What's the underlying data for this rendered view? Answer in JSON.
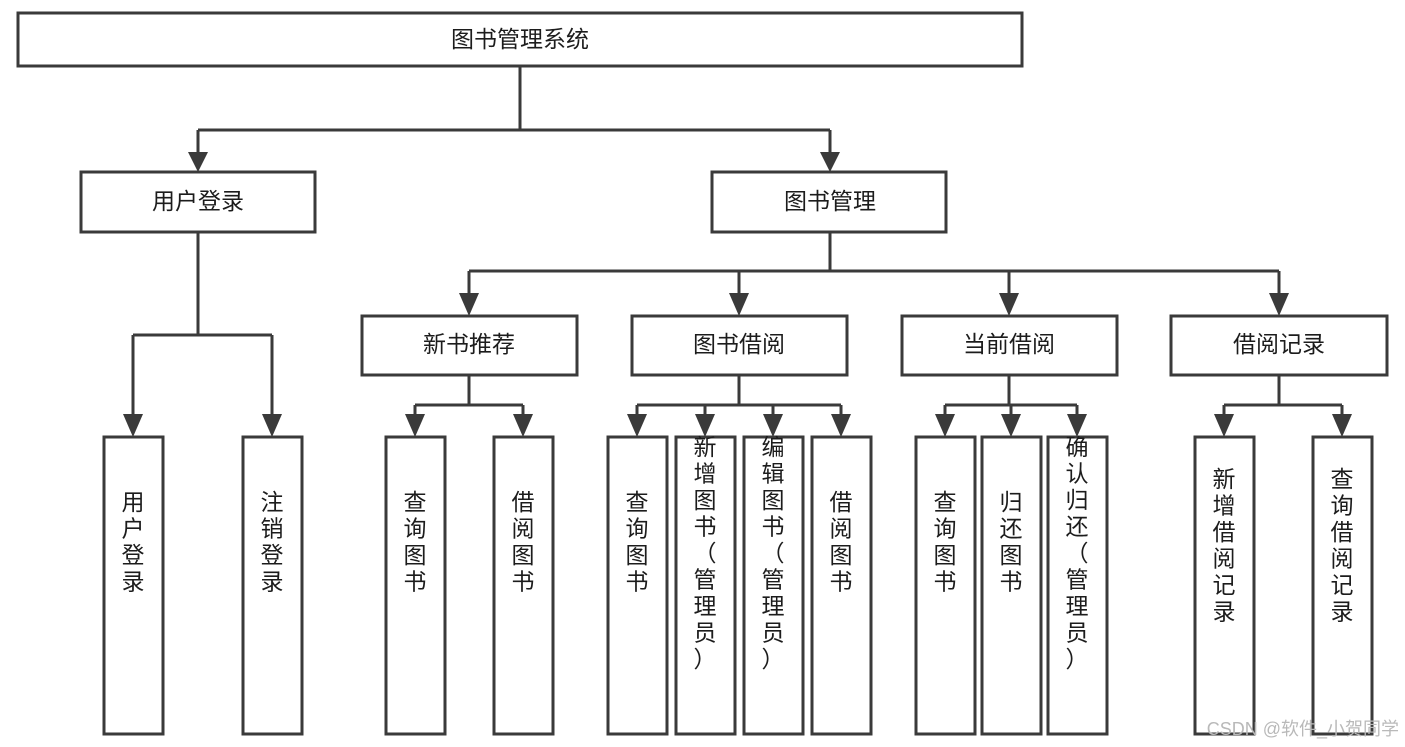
{
  "diagram": {
    "type": "tree",
    "title": "图书管理系统",
    "orientation": "top-down",
    "watermark": "CSDN @软件_小贺同学",
    "colors": {
      "box_stroke": "#3a3a3a",
      "box_fill": "#ffffff",
      "connector": "#3a3a3a",
      "text": "#1c1c1c",
      "watermark": "#b9b9b9",
      "background": "#ffffff"
    },
    "nodes": {
      "root": {
        "label": "图书管理系统"
      },
      "level1": [
        {
          "label": "用户登录"
        },
        {
          "label": "图书管理"
        }
      ],
      "level2": [
        {
          "label": "新书推荐"
        },
        {
          "label": "图书借阅"
        },
        {
          "label": "当前借阅"
        },
        {
          "label": "借阅记录"
        }
      ],
      "leaves": {
        "user_login": [
          {
            "label": "用户登录"
          },
          {
            "label": "注销登录"
          }
        ],
        "new_book_recommend": [
          {
            "label": "查询图书"
          },
          {
            "label": "借阅图书"
          }
        ],
        "book_borrow": [
          {
            "label": "查询图书"
          },
          {
            "label": "新增图书（管理员）"
          },
          {
            "label": "编辑图书（管理员）"
          },
          {
            "label": "借阅图书"
          }
        ],
        "current_borrow": [
          {
            "label": "查询图书"
          },
          {
            "label": "归还图书"
          },
          {
            "label": "确认归还（管理员）"
          }
        ],
        "borrow_record": [
          {
            "label": "新增借阅记录"
          },
          {
            "label": "查询借阅记录"
          }
        ]
      }
    }
  }
}
